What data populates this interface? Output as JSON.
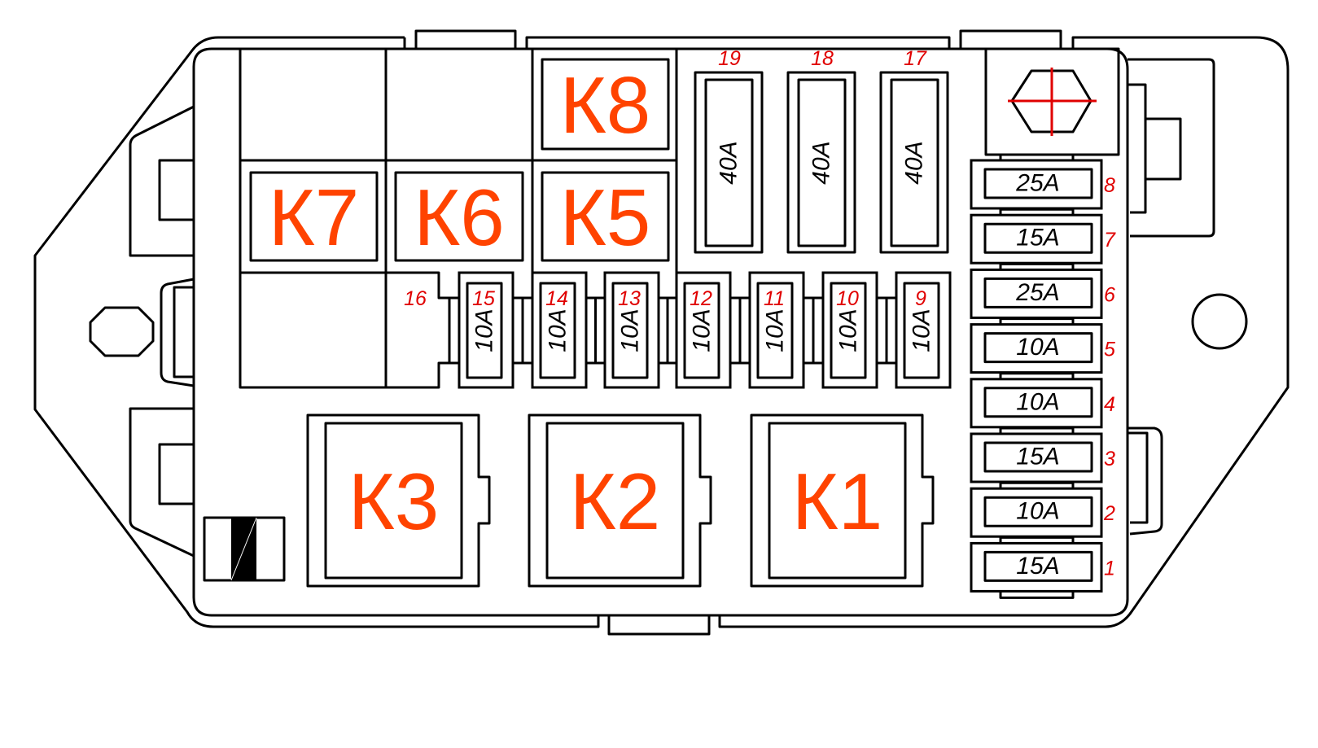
{
  "title_colors": {
    "relay": "#ff4300",
    "number": "#e00000",
    "cross": "#e00000"
  },
  "relays": [
    {
      "id": "K1",
      "label": "К1"
    },
    {
      "id": "K2",
      "label": "К2"
    },
    {
      "id": "K3",
      "label": "К3"
    },
    {
      "id": "K5",
      "label": "К5"
    },
    {
      "id": "K6",
      "label": "К6"
    },
    {
      "id": "K7",
      "label": "К7"
    },
    {
      "id": "K8",
      "label": "К8"
    }
  ],
  "fuses_right": [
    {
      "number": "8",
      "rating": "25A"
    },
    {
      "number": "7",
      "rating": "15A"
    },
    {
      "number": "6",
      "rating": "25A"
    },
    {
      "number": "5",
      "rating": "10A"
    },
    {
      "number": "4",
      "rating": "10A"
    },
    {
      "number": "3",
      "rating": "15A"
    },
    {
      "number": "2",
      "rating": "10A"
    },
    {
      "number": "1",
      "rating": "15A"
    }
  ],
  "fuses_small": [
    {
      "number": "15",
      "rating": "10A"
    },
    {
      "number": "14",
      "rating": "10A"
    },
    {
      "number": "13",
      "rating": "10A"
    },
    {
      "number": "12",
      "rating": "10A"
    },
    {
      "number": "11",
      "rating": "10A"
    },
    {
      "number": "10",
      "rating": "10A"
    },
    {
      "number": "9",
      "rating": "10A"
    }
  ],
  "slot_16": {
    "number": "16"
  },
  "fuses_large": [
    {
      "number": "19",
      "rating": "40A"
    },
    {
      "number": "18",
      "rating": "40A"
    },
    {
      "number": "17",
      "rating": "40A"
    }
  ]
}
